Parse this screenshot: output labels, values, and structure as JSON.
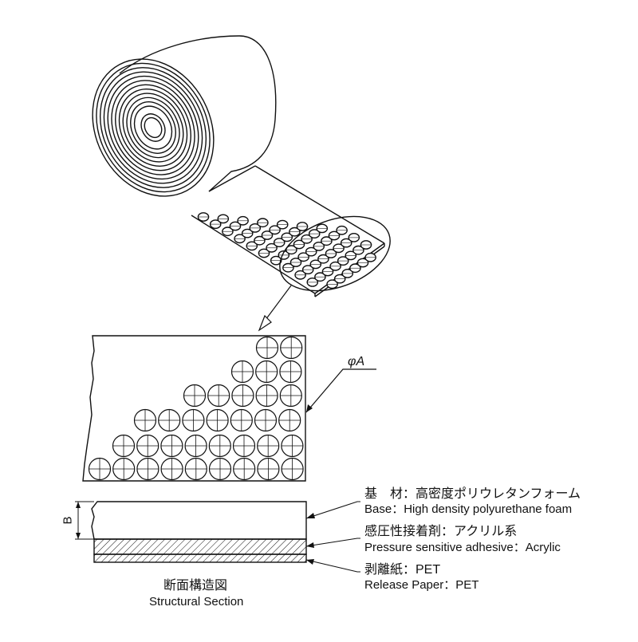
{
  "dimension_labels": {
    "phi_a": "φA",
    "b": "B"
  },
  "layers": [
    {
      "jp": "基　材：高密度ポリウレタンフォーム",
      "en": "Base：High density polyurethane foam"
    },
    {
      "jp": "感圧性接着剤：アクリル系",
      "en": "Pressure sensitive adhesive：Acrylic"
    },
    {
      "jp": "剥離紙：PET",
      "en": "Release Paper：PET"
    }
  ],
  "section_caption": {
    "jp": "断面構造図",
    "en": "Structural Section"
  },
  "colors": {
    "line": "#111111",
    "background": "#ffffff"
  }
}
